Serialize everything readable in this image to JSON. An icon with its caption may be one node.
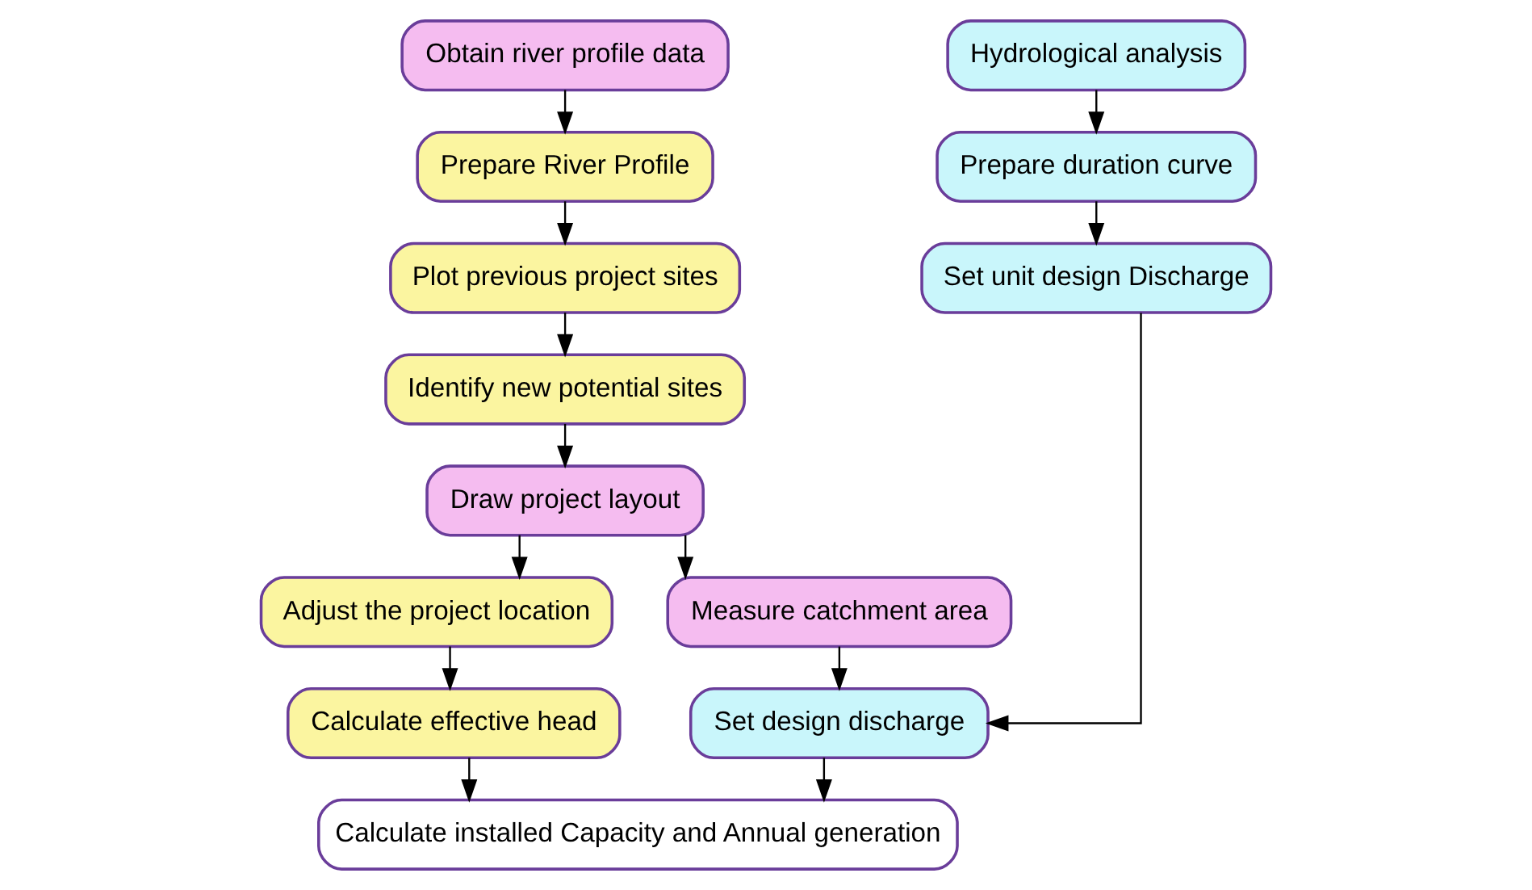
{
  "diagram": {
    "nodes": [
      {
        "text": [
          "Obtain river profile data"
        ]
      },
      {
        "text": [
          "Hydrological analysis"
        ]
      },
      {
        "text": [
          "Prepare River Profile"
        ]
      },
      {
        "text": [
          "Prepare duration curve"
        ]
      },
      {
        "text": [
          "Plot previous project sites"
        ]
      },
      {
        "text": [
          "Set unit design Discharge"
        ]
      },
      {
        "text": [
          "Identify new potential sites"
        ]
      },
      {
        "text": [
          "Draw project layout"
        ]
      },
      {
        "text": [
          "Adjust the project location"
        ]
      },
      {
        "text": [
          "Measure catchment area"
        ]
      },
      {
        "text": [
          "Calculate effective head"
        ]
      },
      {
        "text": [
          "Set design discharge"
        ]
      },
      {
        "text": [
          "Calculate installed Capacity and Annual generation"
        ]
      }
    ],
    "edges": [
      {
        "from": 0,
        "to": 2,
        "arrow": "to"
      },
      {
        "from": 1,
        "to": 3,
        "arrow": "to"
      },
      {
        "from": 3,
        "to": 5,
        "arrow": "to"
      },
      {
        "from": 2,
        "to": 4,
        "arrow": "to"
      },
      {
        "from": 4,
        "to": 6,
        "arrow": "to"
      },
      {
        "from": 6,
        "to": 7,
        "arrow": "to"
      },
      {
        "from": 7,
        "to": 8,
        "arrow": "to"
      },
      {
        "from": 7,
        "to": 9,
        "arrow": "to"
      },
      {
        "from": 8,
        "to": 10,
        "arrow": "to"
      },
      {
        "from": 5,
        "to": 11,
        "arrow": "to"
      },
      {
        "from": 9,
        "to": 11,
        "arrow": "to"
      },
      {
        "from": 10,
        "to": 12,
        "arrow": "to"
      },
      {
        "from": 11,
        "to": 12,
        "arrow": "to"
      }
    ]
  }
}
